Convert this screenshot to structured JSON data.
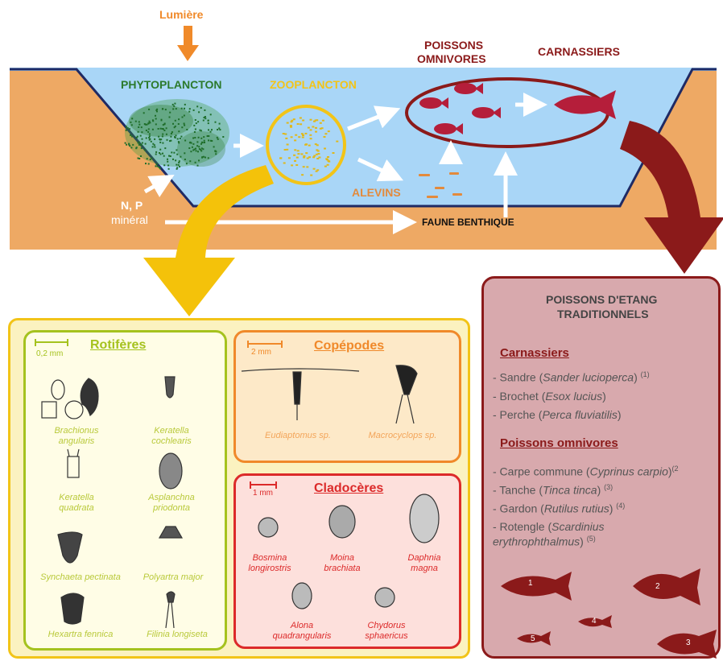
{
  "colors": {
    "water": "#a9d6f7",
    "soil": "#eea964",
    "phyto": "#2c7a2c",
    "zoo": "#f2c418",
    "omni": "#8b1a1a",
    "orange": "#f08a2a",
    "cope_border": "#f0892a",
    "clado_border": "#dc2a2a",
    "roti_border": "#a5c21e",
    "pink_panel": "#d8a9ad"
  },
  "top": {
    "lumiere": "Lumière",
    "phytoplancton": "PHYTOPLANCTON",
    "zooplancton": "ZOOPLANCTON",
    "poissons_omnivores_1": "POISSONS",
    "poissons_omnivores_2": "OMNIVORES",
    "carnassiers": "CARNASSIERS",
    "alevins": "ALEVINS",
    "np": "N, P",
    "mineral": "minéral",
    "faune": "FAUNE BENTHIQUE"
  },
  "rotiferes": {
    "title": "Rotifères",
    "scale": "0,2 mm",
    "items": [
      {
        "l1": "Brachionus",
        "l2": "angularis"
      },
      {
        "l1": "Keratella",
        "l2": "cochlearis"
      },
      {
        "l1": "Keratella",
        "l2": "quadrata"
      },
      {
        "l1": "Asplanchna",
        "l2": "priodonta"
      },
      {
        "l1": "Synchaeta pectinata",
        "l2": ""
      },
      {
        "l1": "Polyartra major",
        "l2": ""
      },
      {
        "l1": "Hexartra fennica",
        "l2": ""
      },
      {
        "l1": "Filinia longiseta",
        "l2": ""
      }
    ]
  },
  "copepodes": {
    "title": "Copépodes",
    "scale": "2 mm",
    "items": [
      {
        "l1": "Eudiaptomus sp."
      },
      {
        "l1": "Macrocyclops sp."
      }
    ]
  },
  "cladoceres": {
    "title": "Cladocères",
    "scale": "1 mm",
    "items": [
      {
        "l1": "Bosmina",
        "l2": "longirostris"
      },
      {
        "l1": "Moina",
        "l2": "brachiata"
      },
      {
        "l1": "Daphnia",
        "l2": "magna"
      },
      {
        "l1": "Alona",
        "l2": "quadrangularis"
      },
      {
        "l1": "Chydorus",
        "l2": "sphaericus"
      }
    ]
  },
  "poissons": {
    "title1": "POISSONS D'ETANG",
    "title2": "TRADITIONNELS",
    "carnassiers_heading": "Carnassiers",
    "omnivores_heading": "Poissons omnivores",
    "carnassiers": [
      {
        "name": "- Sandre (",
        "latin": "Sander lucioperca",
        "tail": ")",
        "ref": "(1)"
      },
      {
        "name": "- Brochet (",
        "latin": "Esox lucius",
        "tail": ")",
        "ref": ""
      },
      {
        "name": "- Perche (",
        "latin": "Perca fluviatilis",
        "tail": ")",
        "ref": ""
      }
    ],
    "omnivores": [
      {
        "name": "- Carpe commune (",
        "latin": "Cyprinus carpio",
        "tail": ")",
        "ref": "(2"
      },
      {
        "name": "- Tanche (",
        "latin": "Tinca tinca",
        "tail": ")",
        "ref": "(3)"
      },
      {
        "name": "- Gardon (",
        "latin": "Rutilus rutius",
        "tail": ")",
        "ref": "(4)"
      },
      {
        "name": "- Rotengle (",
        "latin": "Scardinius",
        "tail": "",
        "ref": ""
      },
      {
        "name": "  ",
        "latin": "erythrophthalmus",
        "tail": ")",
        "ref": "(5)"
      }
    ],
    "fish_numbers": [
      "1",
      "2",
      "3",
      "4",
      "5"
    ]
  }
}
